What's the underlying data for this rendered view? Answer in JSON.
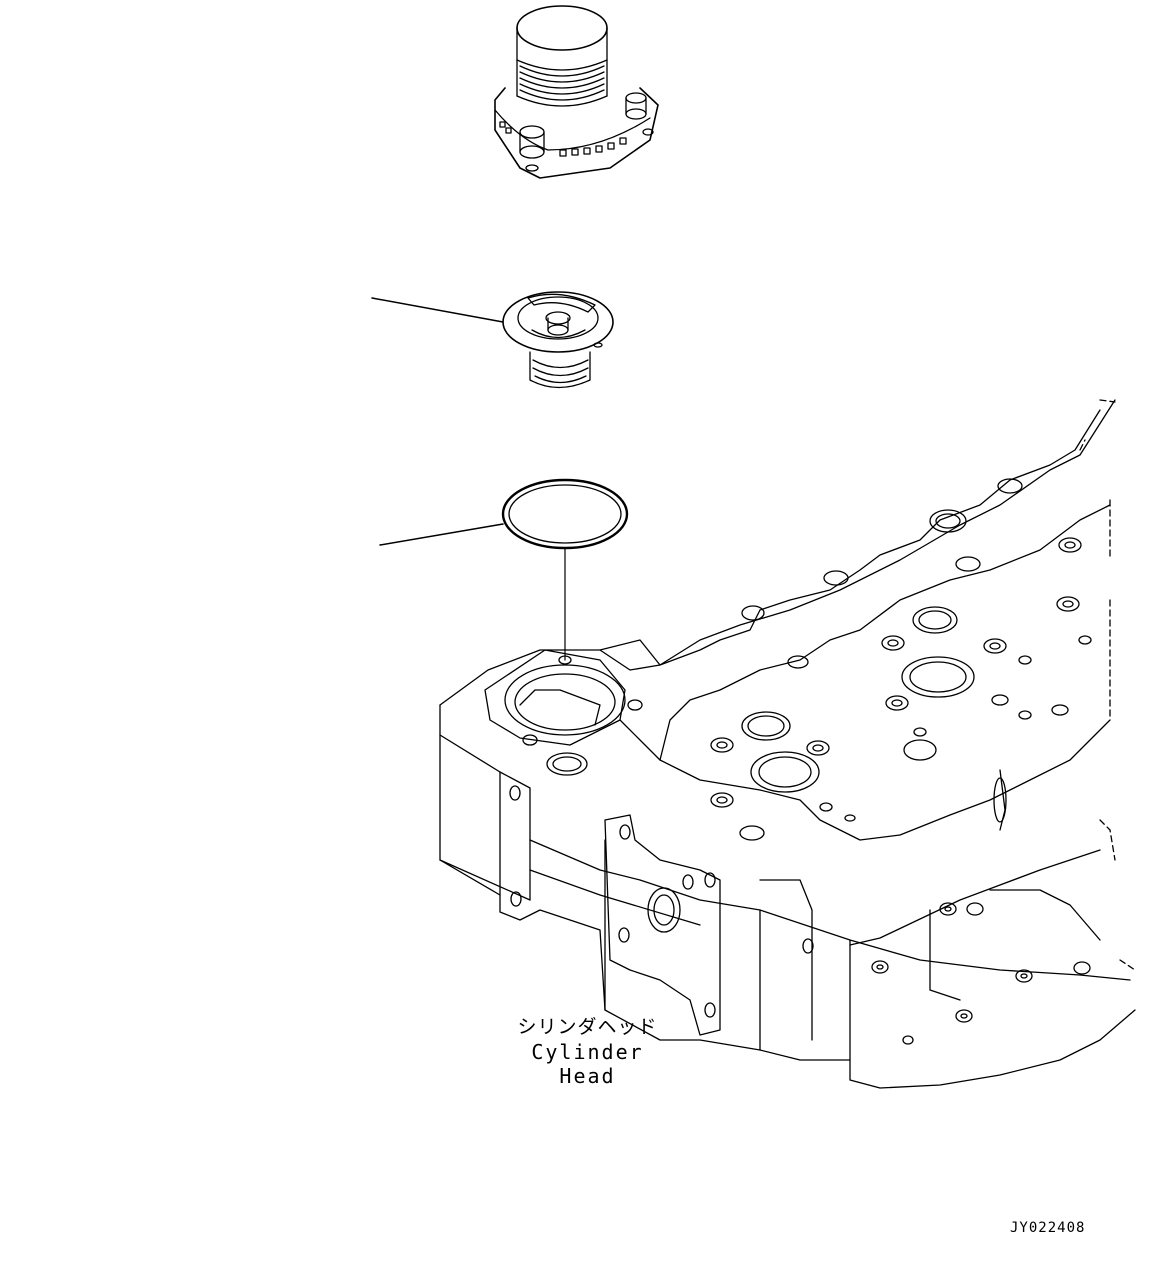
{
  "labels": {
    "component_jp": "シリンダヘッド",
    "component_en": "Cylinder Head",
    "drawing_id": "JY022408"
  },
  "parts": [
    {
      "name": "thermostat-housing-icon"
    },
    {
      "name": "thermostat-icon"
    },
    {
      "name": "seal-ring-icon"
    },
    {
      "name": "cylinder-head-icon"
    }
  ],
  "colors": {
    "line": "#000000",
    "background": "#ffffff"
  }
}
